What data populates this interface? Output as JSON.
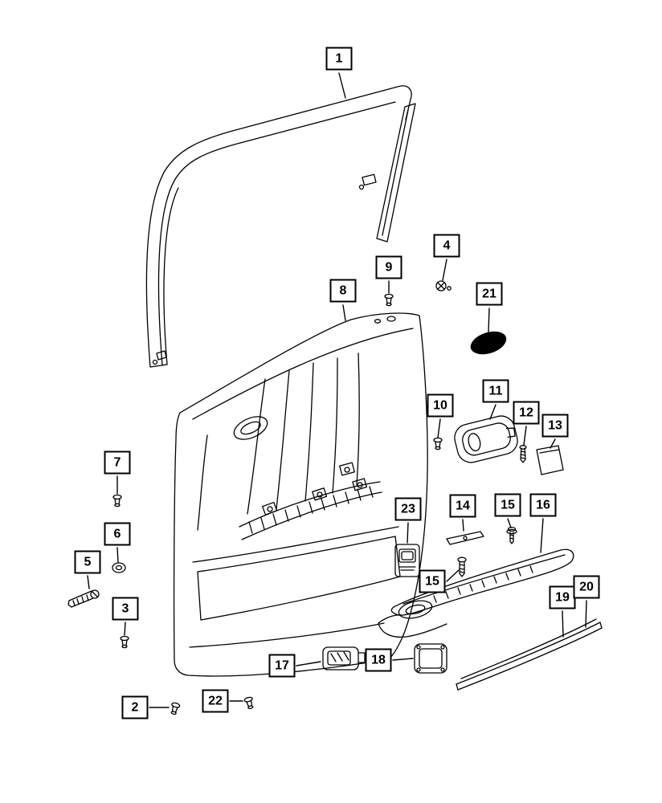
{
  "figure": {
    "kind": "exploded-parts-line-drawing"
  },
  "colors": {
    "line": "#000000",
    "background": "#ffffff",
    "solid_part": "#000000"
  },
  "callouts": {
    "c1": {
      "label": "1"
    },
    "c2": {
      "label": "2"
    },
    "c3": {
      "label": "3"
    },
    "c4": {
      "label": "4"
    },
    "c5": {
      "label": "5"
    },
    "c6": {
      "label": "6"
    },
    "c7": {
      "label": "7"
    },
    "c8": {
      "label": "8"
    },
    "c9": {
      "label": "9"
    },
    "c10": {
      "label": "10"
    },
    "c11": {
      "label": "11"
    },
    "c12": {
      "label": "12"
    },
    "c13": {
      "label": "13"
    },
    "c14": {
      "label": "14"
    },
    "c15a": {
      "label": "15"
    },
    "c15b": {
      "label": "15"
    },
    "c16": {
      "label": "16"
    },
    "c17": {
      "label": "17"
    },
    "c18": {
      "label": "18"
    },
    "c19": {
      "label": "19"
    },
    "c20": {
      "label": "20"
    },
    "c21": {
      "label": "21"
    },
    "c22": {
      "label": "22"
    },
    "c23": {
      "label": "23"
    }
  }
}
